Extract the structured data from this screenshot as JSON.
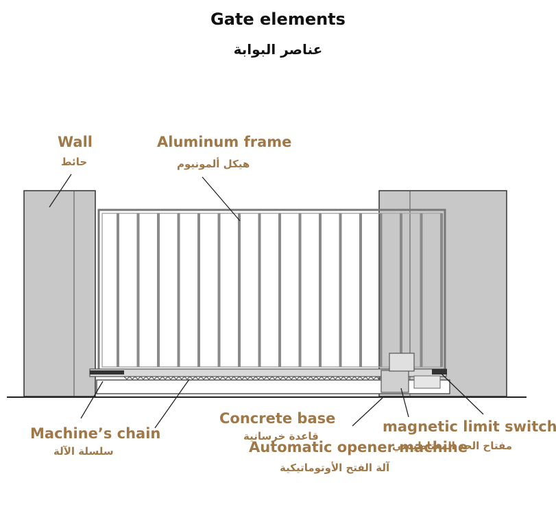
{
  "title": {
    "en": "Gate elements",
    "ar": "عناصر البوابة"
  },
  "labels": {
    "wall": {
      "en": "Wall",
      "ar": "حائط"
    },
    "frame": {
      "en": "Aluminum frame",
      "ar": "هيكل ألمونيوم"
    },
    "chain": {
      "en": "Machine’s chain",
      "ar": "سلسلة الآلة"
    },
    "concrete": {
      "en": "Concrete base",
      "ar": "قاعدة خرسانية"
    },
    "switch": {
      "en": "magnetic limit switch",
      "ar": "مفتاح الحد المغناطيسي"
    },
    "opener": {
      "en": "Automatic opener machine",
      "ar": "آلة الفتح الأوتوماتيكية"
    }
  },
  "colors": {
    "label": "#a07848",
    "wall": "#c8c8c8",
    "frame": "#888888",
    "line": "#222222"
  }
}
